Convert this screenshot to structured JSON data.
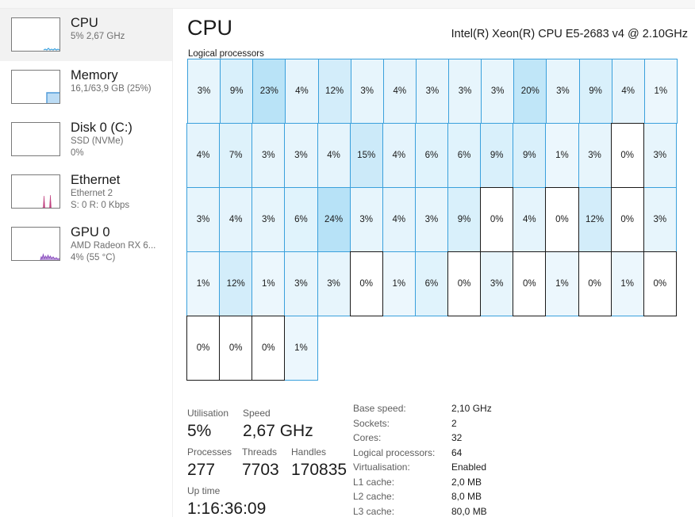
{
  "sidebar": {
    "items": [
      {
        "name": "cpu",
        "title": "CPU",
        "sub1": "5% 2,67 GHz",
        "sub2": "",
        "selected": true,
        "graph": "cpu-thumbnail-graph",
        "graph_color": "#3aa0dc"
      },
      {
        "name": "memory",
        "title": "Memory",
        "sub1": "16,1/63,9 GB (25%)",
        "sub2": "",
        "selected": false,
        "graph": "memory-thumbnail-graph",
        "graph_color": "#4f9ad8"
      },
      {
        "name": "disk-0",
        "title": "Disk 0 (C:)",
        "sub1": "SSD (NVMe)",
        "sub2": "0%",
        "selected": false,
        "graph": "disk-thumbnail-graph",
        "graph_color": "#4f9ad8"
      },
      {
        "name": "ethernet",
        "title": "Ethernet",
        "sub1": "Ethernet 2",
        "sub2": "S: 0 R: 0 Kbps",
        "selected": false,
        "graph": "ethernet-thumbnail-graph",
        "graph_color": "#c0407f"
      },
      {
        "name": "gpu-0",
        "title": "GPU 0",
        "sub1": "AMD Radeon RX 6...",
        "sub2": "4%  (55 °C)",
        "selected": false,
        "graph": "gpu-thumbnail-graph",
        "graph_color": "#8b4fc0"
      }
    ]
  },
  "main": {
    "title": "CPU",
    "model": "Intel(R) Xeon(R) CPU E5-2683 v4 @ 2.10GHz",
    "section_label": "Logical processors"
  },
  "chart_data": {
    "type": "heatmap",
    "title": "Logical processors",
    "unit": "%",
    "columns": 15,
    "rows": 5,
    "total_cells": 64,
    "values": [
      3,
      9,
      23,
      4,
      12,
      3,
      4,
      3,
      3,
      3,
      20,
      3,
      9,
      4,
      1,
      4,
      7,
      3,
      3,
      4,
      15,
      4,
      6,
      6,
      9,
      9,
      1,
      3,
      0,
      3,
      3,
      4,
      3,
      6,
      24,
      3,
      4,
      3,
      9,
      0,
      4,
      0,
      12,
      0,
      3,
      1,
      12,
      1,
      3,
      3,
      0,
      1,
      6,
      0,
      3,
      0,
      1,
      0,
      1,
      0,
      0,
      0,
      0,
      1
    ],
    "labels": [
      "3%",
      "9%",
      "23%",
      "4%",
      "12%",
      "3%",
      "4%",
      "3%",
      "3%",
      "3%",
      "20%",
      "3%",
      "9%",
      "4%",
      "1%",
      "4%",
      "7%",
      "3%",
      "3%",
      "4%",
      "15%",
      "4%",
      "6%",
      "6%",
      "9%",
      "9%",
      "1%",
      "3%",
      "0%",
      "3%",
      "3%",
      "4%",
      "3%",
      "6%",
      "24%",
      "3%",
      "4%",
      "3%",
      "9%",
      "0%",
      "4%",
      "0%",
      "12%",
      "0%",
      "3%",
      "1%",
      "12%",
      "1%",
      "3%",
      "3%",
      "0%",
      "1%",
      "6%",
      "0%",
      "3%",
      "0%",
      "1%",
      "0%",
      "1%",
      "0%",
      "0%",
      "0%",
      "0%",
      "1%"
    ],
    "active_color": "#3aa0dc",
    "idle_color": "#1a1a1a",
    "fill_base": "#eef8fd",
    "fill_peak": "#b7e2f7"
  },
  "stats": {
    "utilisation": {
      "label": "Utilisation",
      "value": "5%"
    },
    "speed": {
      "label": "Speed",
      "value": "2,67 GHz"
    },
    "processes": {
      "label": "Processes",
      "value": "277"
    },
    "threads": {
      "label": "Threads",
      "value": "7703"
    },
    "handles": {
      "label": "Handles",
      "value": "170835"
    },
    "uptime": {
      "label": "Up time",
      "value": "1:16:36:09"
    }
  },
  "specs": [
    {
      "label": "Base speed:",
      "value": "2,10 GHz"
    },
    {
      "label": "Sockets:",
      "value": "2"
    },
    {
      "label": "Cores:",
      "value": "32"
    },
    {
      "label": "Logical processors:",
      "value": "64"
    },
    {
      "label": "Virtualisation:",
      "value": "Enabled"
    },
    {
      "label": "L1 cache:",
      "value": "2,0 MB"
    },
    {
      "label": "L2 cache:",
      "value": "8,0 MB"
    },
    {
      "label": "L3 cache:",
      "value": "80,0 MB"
    }
  ]
}
